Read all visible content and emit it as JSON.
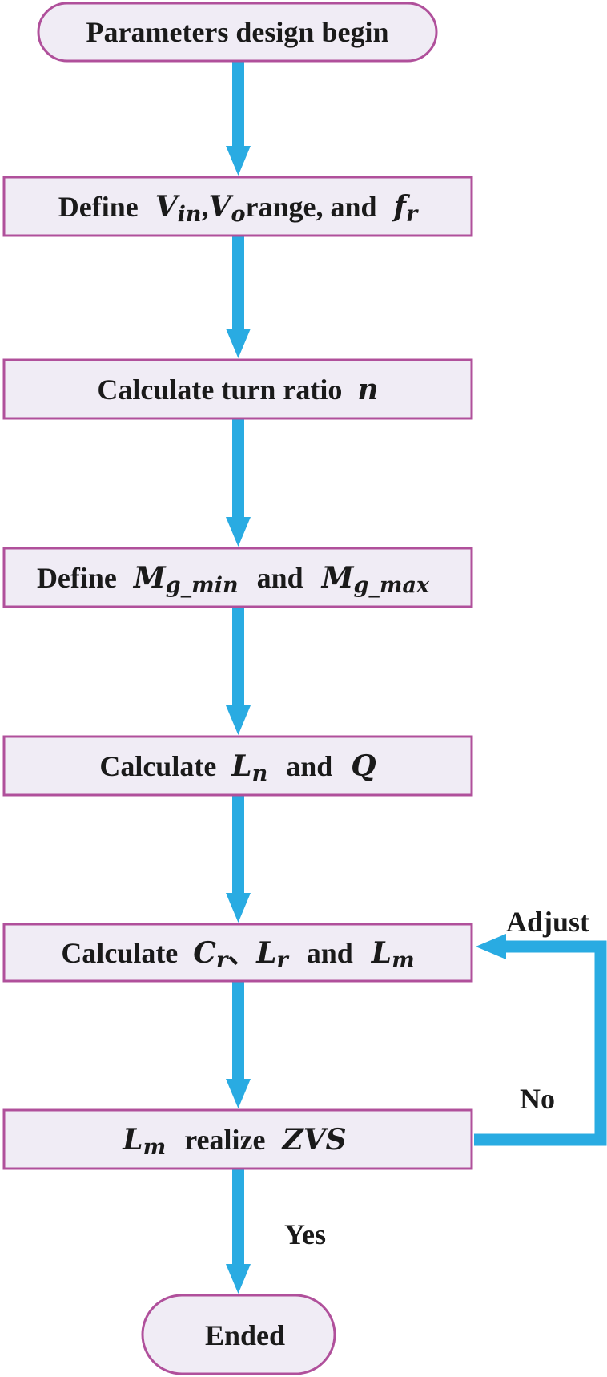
{
  "colors": {
    "node_fill": "#f0ecf5",
    "node_border": "#b0509b",
    "arrow": "#29abe2",
    "text": "#1a1a1a"
  },
  "nodes": {
    "start": {
      "label": "Parameters design begin"
    },
    "define_vin": {
      "prefix": "Define",
      "v1": "V",
      "v1_sub": "in",
      "comma": ",",
      "v2": "V",
      "v2_sub": "o",
      "middle": "range, and",
      "f": "f",
      "f_sub": "r"
    },
    "turn_ratio": {
      "prefix": "Calculate turn ratio",
      "n": "n"
    },
    "define_mg": {
      "prefix": "Define",
      "m1": "M",
      "m1_sub": "g_min",
      "and": "and",
      "m2": "M",
      "m2_sub": "g_max"
    },
    "calc_ln_q": {
      "prefix": "Calculate",
      "l": "L",
      "l_sub": "n",
      "and": "and",
      "q": "Q"
    },
    "calc_cr": {
      "prefix": "Calculate",
      "c": "C",
      "c_sub": "r",
      "sep": "、",
      "l1": "L",
      "l1_sub": "r",
      "and": "and",
      "l2": "L",
      "l2_sub": "m"
    },
    "zvs_check": {
      "l": "L",
      "l_sub": "m",
      "middle": "realize",
      "zvs": "ZVS"
    },
    "end": {
      "label": "Ended"
    }
  },
  "edges": {
    "adjust_label": "Adjust",
    "no_label": "No",
    "yes_label": "Yes"
  }
}
